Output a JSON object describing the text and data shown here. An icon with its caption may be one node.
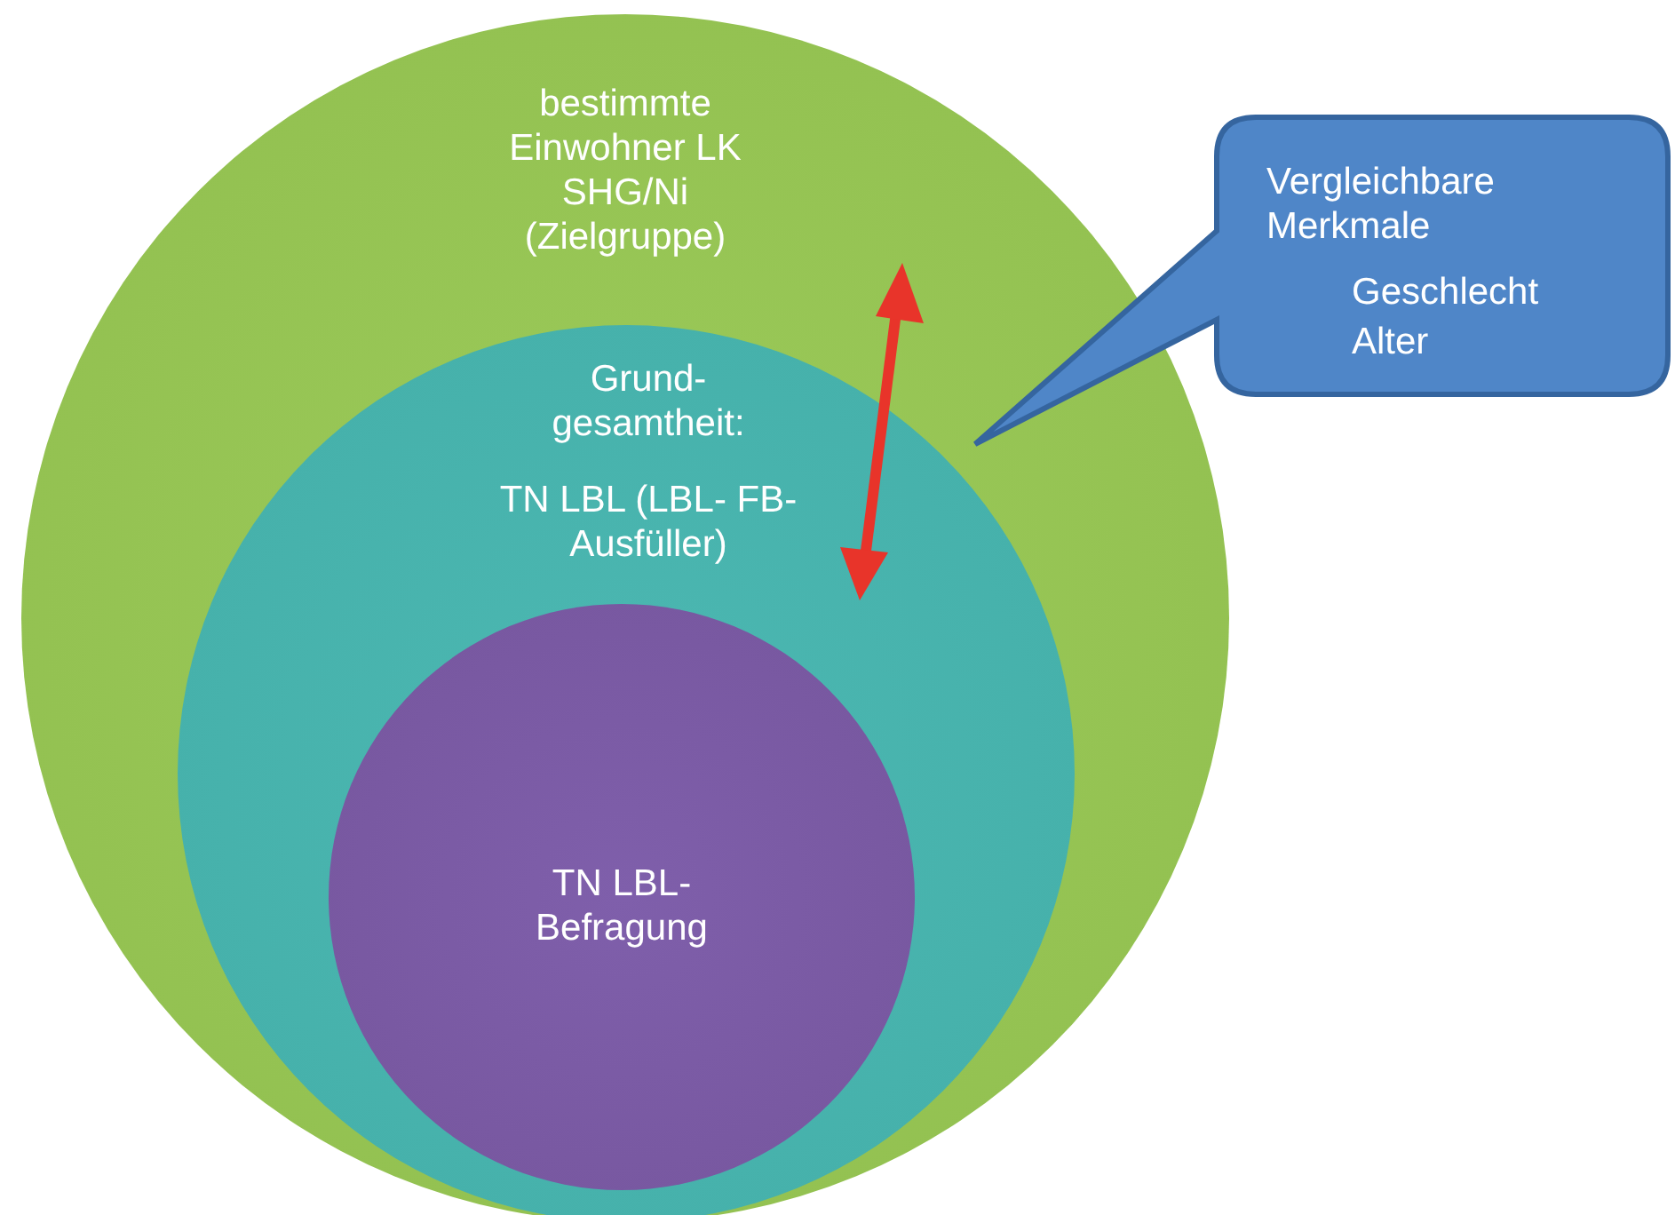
{
  "diagram": {
    "nodes": [
      {
        "text": [
          "bestimmte Einwohner LK SHG/Ni (Zielgruppe)"
        ]
      },
      {
        "text": [
          "Grund- gesamtheit:",
          "TN LBL (LBL- FB-Ausfüller)"
        ],
        "in": 0
      },
      {
        "text": [
          "TN LBL- Befragung"
        ],
        "in": 1
      },
      {
        "text": [
          "Vergleichbare Merkmale",
          "Geschlecht",
          "Alter"
        ]
      }
    ]
  }
}
